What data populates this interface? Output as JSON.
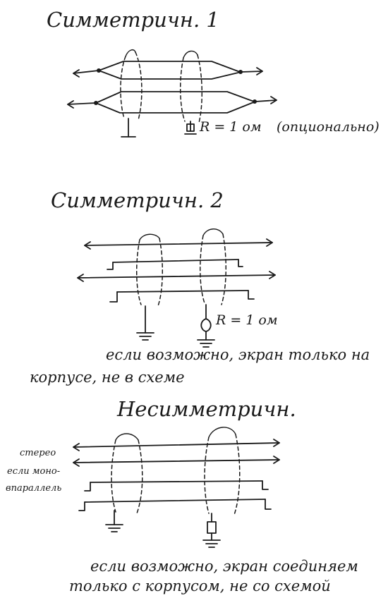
{
  "sections": {
    "sym1": {
      "title": "Симметричн. 1",
      "resistor_label": "R = 1 ом",
      "optional_label": "(опционально)"
    },
    "sym2": {
      "title": "Симметричн. 2",
      "resistor_label": "R = 1 ом",
      "note_line1": "если возможно, экран только на",
      "note_line2": "корпусе, не в схеме"
    },
    "asym": {
      "title": "Несимметричн.",
      "side_line1": "стерео",
      "side_line2": "если моно-",
      "side_line3": "впараллель",
      "note_line1": "если возможно, экран соединяем",
      "note_line2": "только с корпусом, не со схемой"
    }
  }
}
